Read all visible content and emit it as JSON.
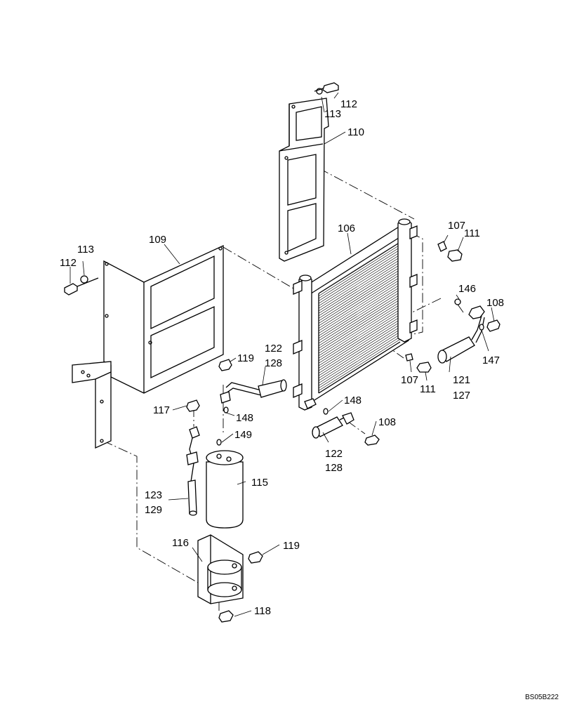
{
  "labels": [
    {
      "id": "112a",
      "text": "112"
    },
    {
      "id": "113a",
      "text": "113"
    },
    {
      "id": "110",
      "text": "110"
    },
    {
      "id": "106",
      "text": "106"
    },
    {
      "id": "107a",
      "text": "107"
    },
    {
      "id": "111a",
      "text": "111"
    },
    {
      "id": "113b",
      "text": "113"
    },
    {
      "id": "112b",
      "text": "112"
    },
    {
      "id": "109",
      "text": "109"
    },
    {
      "id": "146",
      "text": "146"
    },
    {
      "id": "108a",
      "text": "108"
    },
    {
      "id": "147",
      "text": "147"
    },
    {
      "id": "119a",
      "text": "119"
    },
    {
      "id": "122a",
      "text": "122"
    },
    {
      "id": "128a",
      "text": "128"
    },
    {
      "id": "107b",
      "text": "107"
    },
    {
      "id": "111b",
      "text": "111"
    },
    {
      "id": "121",
      "text": "121"
    },
    {
      "id": "127",
      "text": "127"
    },
    {
      "id": "117",
      "text": "117"
    },
    {
      "id": "148a",
      "text": "148"
    },
    {
      "id": "148b",
      "text": "148"
    },
    {
      "id": "149",
      "text": "149"
    },
    {
      "id": "108b",
      "text": "108"
    },
    {
      "id": "122b",
      "text": "122"
    },
    {
      "id": "128b",
      "text": "128"
    },
    {
      "id": "115",
      "text": "115"
    },
    {
      "id": "123",
      "text": "123"
    },
    {
      "id": "129",
      "text": "129"
    },
    {
      "id": "116",
      "text": "116"
    },
    {
      "id": "119b",
      "text": "119"
    },
    {
      "id": "118",
      "text": "118"
    }
  ],
  "drawing_ref": "BS05B222"
}
